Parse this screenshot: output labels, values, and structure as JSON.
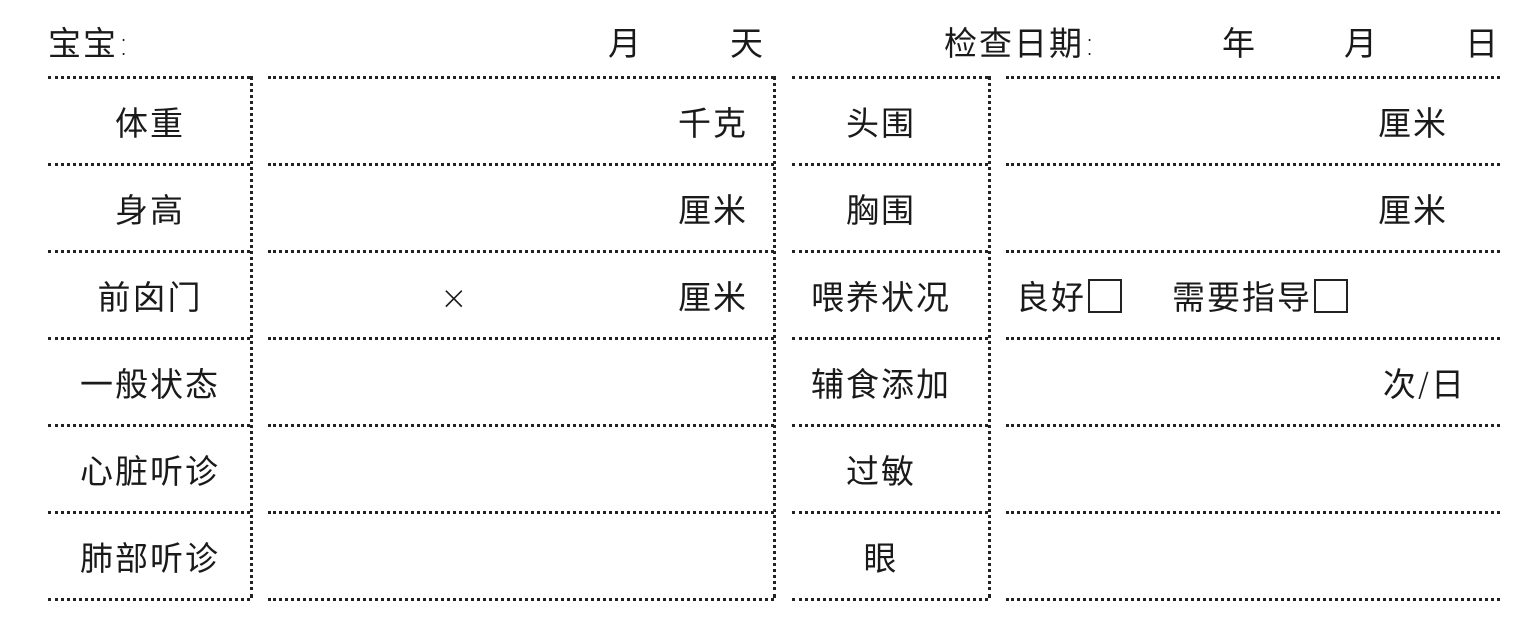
{
  "header": {
    "baby_label": "宝宝:",
    "month_label": "月",
    "day_label": "天",
    "exam_date_label": "检查日期:",
    "year": "年",
    "month": "月",
    "day": "日"
  },
  "left_rows": [
    {
      "label": "体重",
      "unit": "千克"
    },
    {
      "label": "身高",
      "unit": "厘米"
    },
    {
      "label": "前囟门",
      "sep": "×",
      "unit": "厘米"
    },
    {
      "label": "一般状态",
      "unit": ""
    },
    {
      "label": "心脏听诊",
      "unit": ""
    },
    {
      "label": "肺部听诊",
      "unit": ""
    }
  ],
  "right_rows": [
    {
      "label": "头围",
      "unit": "厘米"
    },
    {
      "label": "胸围",
      "unit": "厘米"
    },
    {
      "label": "喂养状况",
      "options": [
        "良好",
        "需要指导"
      ]
    },
    {
      "label": "辅食添加",
      "unit": "次/日"
    },
    {
      "label": "过敏",
      "unit": ""
    },
    {
      "label": "眼",
      "unit": ""
    }
  ]
}
